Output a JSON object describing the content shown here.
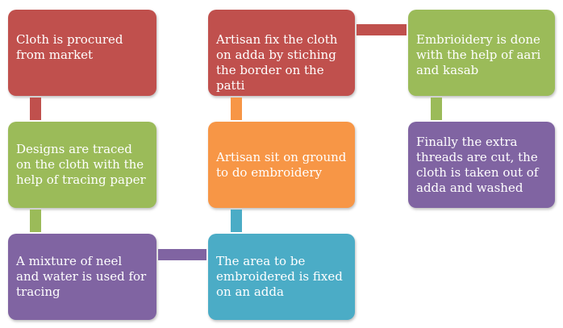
{
  "colors": {
    "red": "#c0504d",
    "green": "#9bbb59",
    "purple": "#8064a2",
    "orange": "#f79646",
    "teal": "#4bacc6"
  },
  "steps": [
    {
      "text": "Cloth is procured from market",
      "color": "#c0504d"
    },
    {
      "text": "Artisan fix the cloth on adda by stiching the border on the patti",
      "color": "#c0504d"
    },
    {
      "text": "Embrioidery is done with the help of aari and kasab",
      "color": "#9bbb59"
    },
    {
      "text": "Designs are traced on the cloth with the help of tracing paper",
      "color": "#9bbb59"
    },
    {
      "text": "Artisan sit on ground to do embroidery",
      "color": "#f79646"
    },
    {
      "text": "Finally the extra threads are cut, the cloth is taken out of adda and washed",
      "color": "#8064a2"
    },
    {
      "text": "A mixture of neel and water is used for tracing",
      "color": "#8064a2"
    },
    {
      "text": "The area to be embroidered is fixed on an adda",
      "color": "#4bacc6"
    }
  ],
  "connectors": [
    {
      "from": "cloth-procured",
      "to": "designs-traced",
      "color": "#c0504d"
    },
    {
      "from": "designs-traced",
      "to": "neel-mixture",
      "color": "#9bbb59"
    },
    {
      "from": "neel-mixture",
      "to": "area-fixed",
      "color": "#8064a2"
    },
    {
      "from": "area-fixed",
      "to": "artisan-sit",
      "color": "#4bacc6"
    },
    {
      "from": "artisan-sit",
      "to": "fix-cloth",
      "color": "#f79646"
    },
    {
      "from": "fix-cloth",
      "to": "embroidery-done",
      "color": "#c0504d"
    },
    {
      "from": "embroidery-done",
      "to": "finally-cut",
      "color": "#9bbb59"
    }
  ]
}
